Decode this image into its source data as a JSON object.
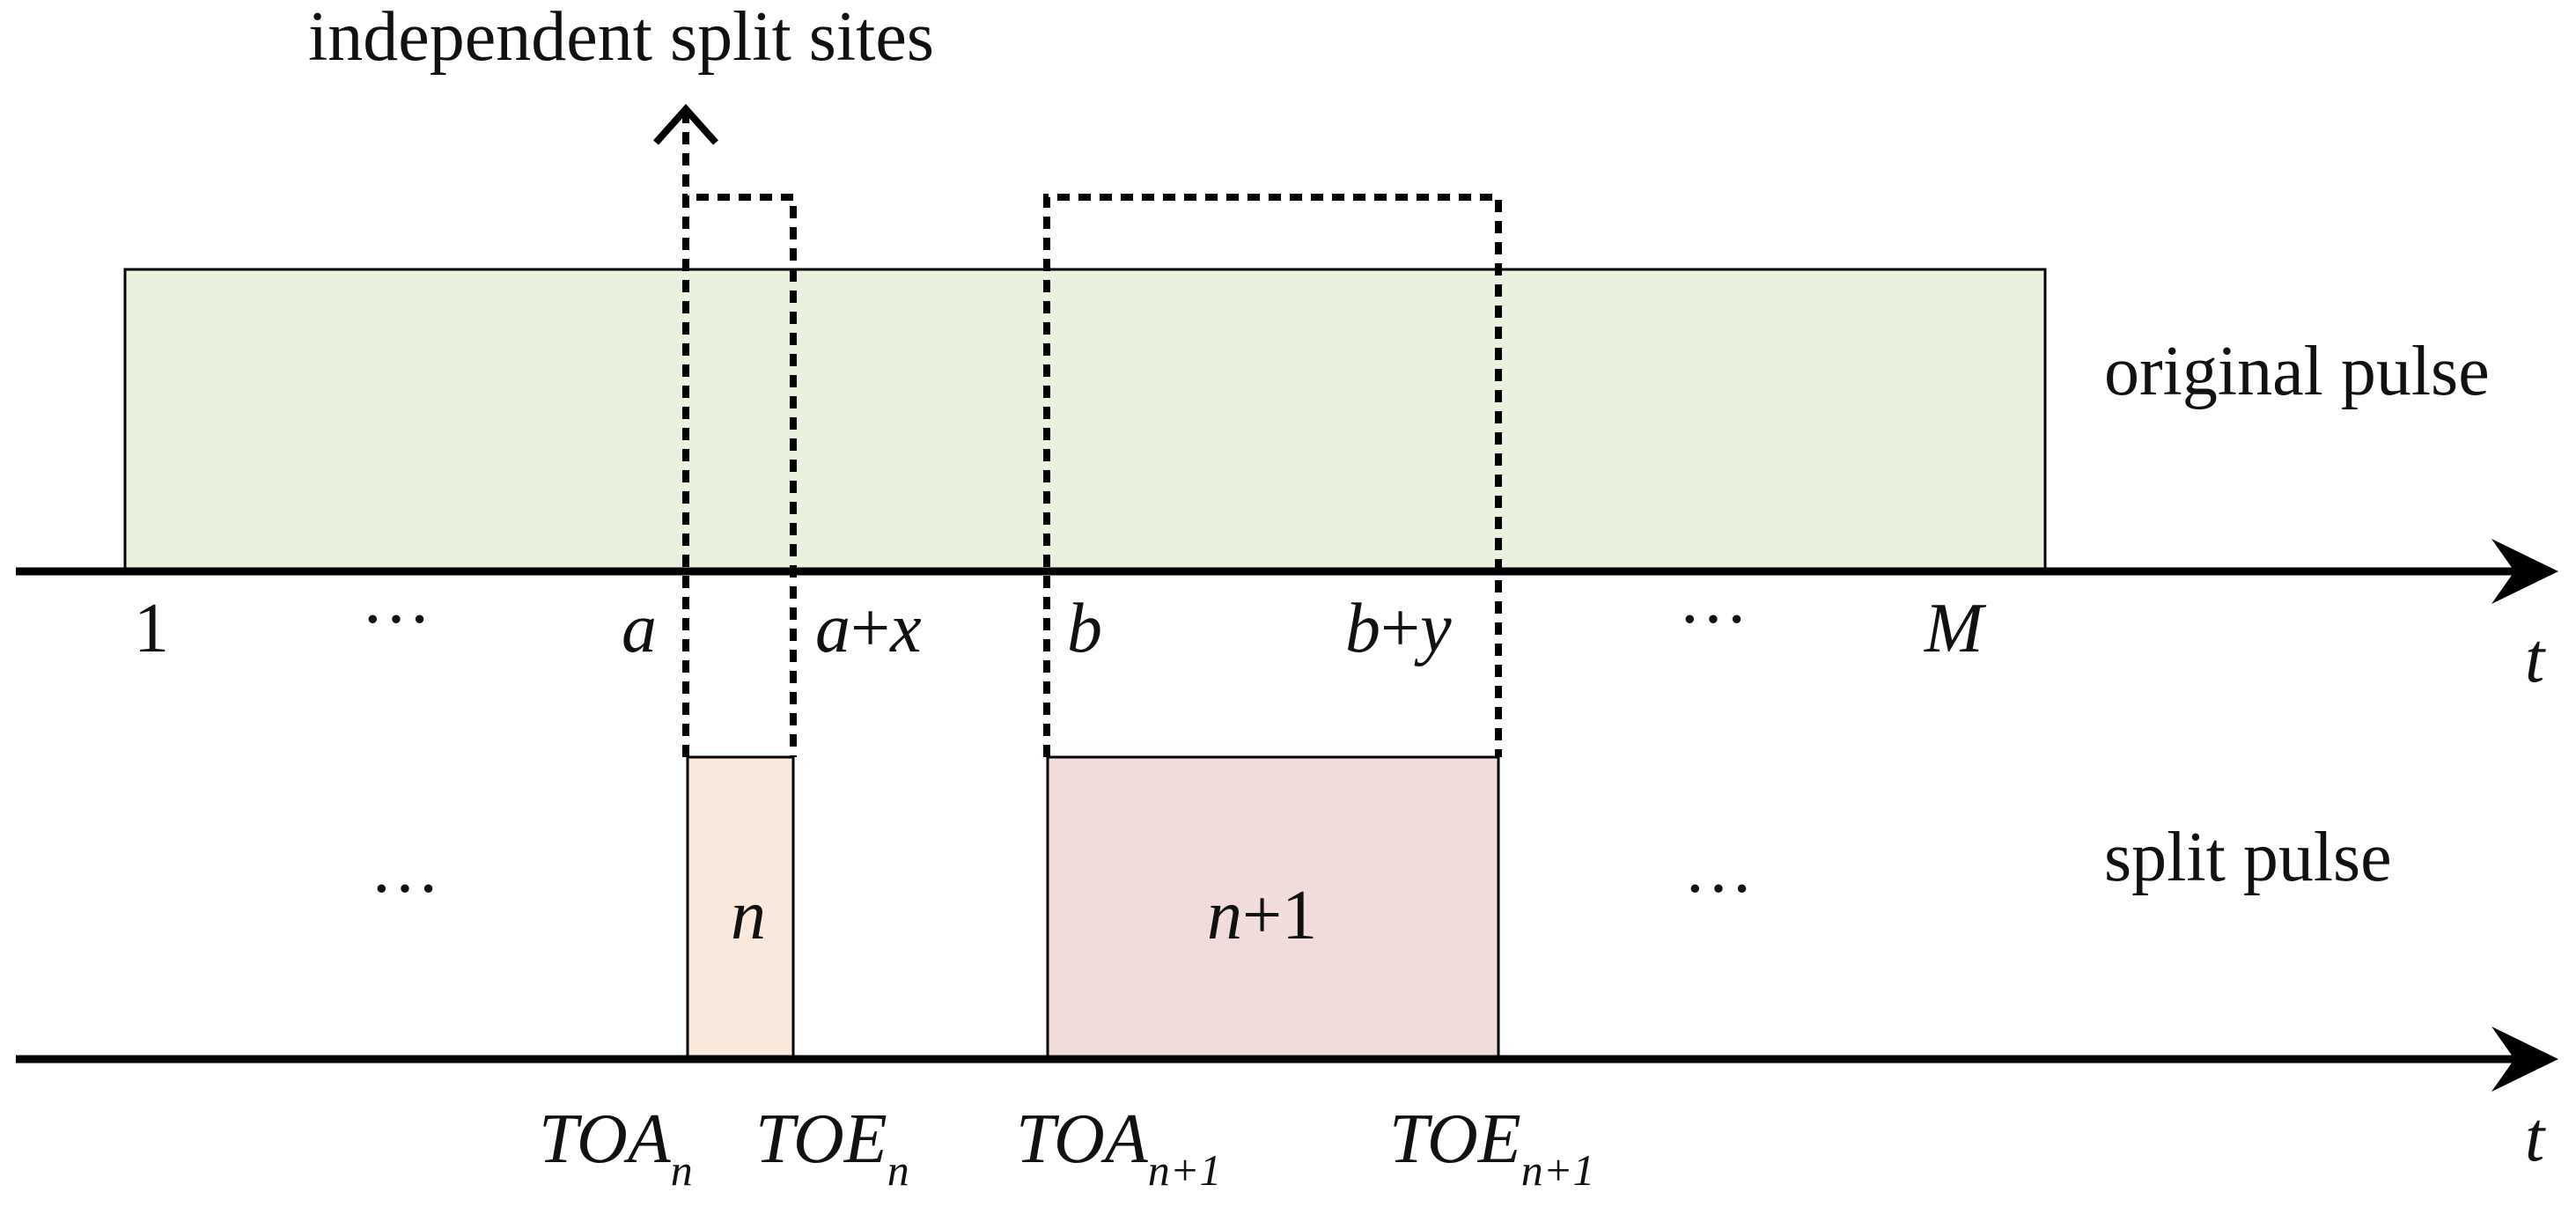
{
  "title": "independent split sites",
  "row_labels": {
    "original": "original pulse",
    "split": "split pulse"
  },
  "top_axis": {
    "var": "t",
    "ticks": {
      "one": "1",
      "dots_left": "···",
      "a": "a",
      "a_plus": "a",
      "plus_x_sign": "+",
      "x": "x",
      "b": "b",
      "b_plus": "b",
      "plus_y_sign": "+",
      "y": "y",
      "dots_right": "···",
      "M": "M"
    }
  },
  "bottom_axis": {
    "var": "t",
    "labels": {
      "toa_n_main": "TOA",
      "toa_n_sub": "n",
      "toe_n_main": "TOE",
      "toe_n_sub": "n",
      "toa_n1_main": "TOA",
      "toa_n1_sub": "n+1",
      "toe_n1_main": "TOE",
      "toe_n1_sub": "n+1"
    }
  },
  "pulses": {
    "n_label": "n",
    "n1_italic": "n",
    "n1_rest": "+1",
    "dots_left": "···",
    "dots_right": "···"
  },
  "colors": {
    "original_pulse_fill": "#eaf1df",
    "pulse_n_fill": "#fbe9dc",
    "pulse_n1_fill": "#f2dcdb",
    "stroke": "#000000"
  }
}
